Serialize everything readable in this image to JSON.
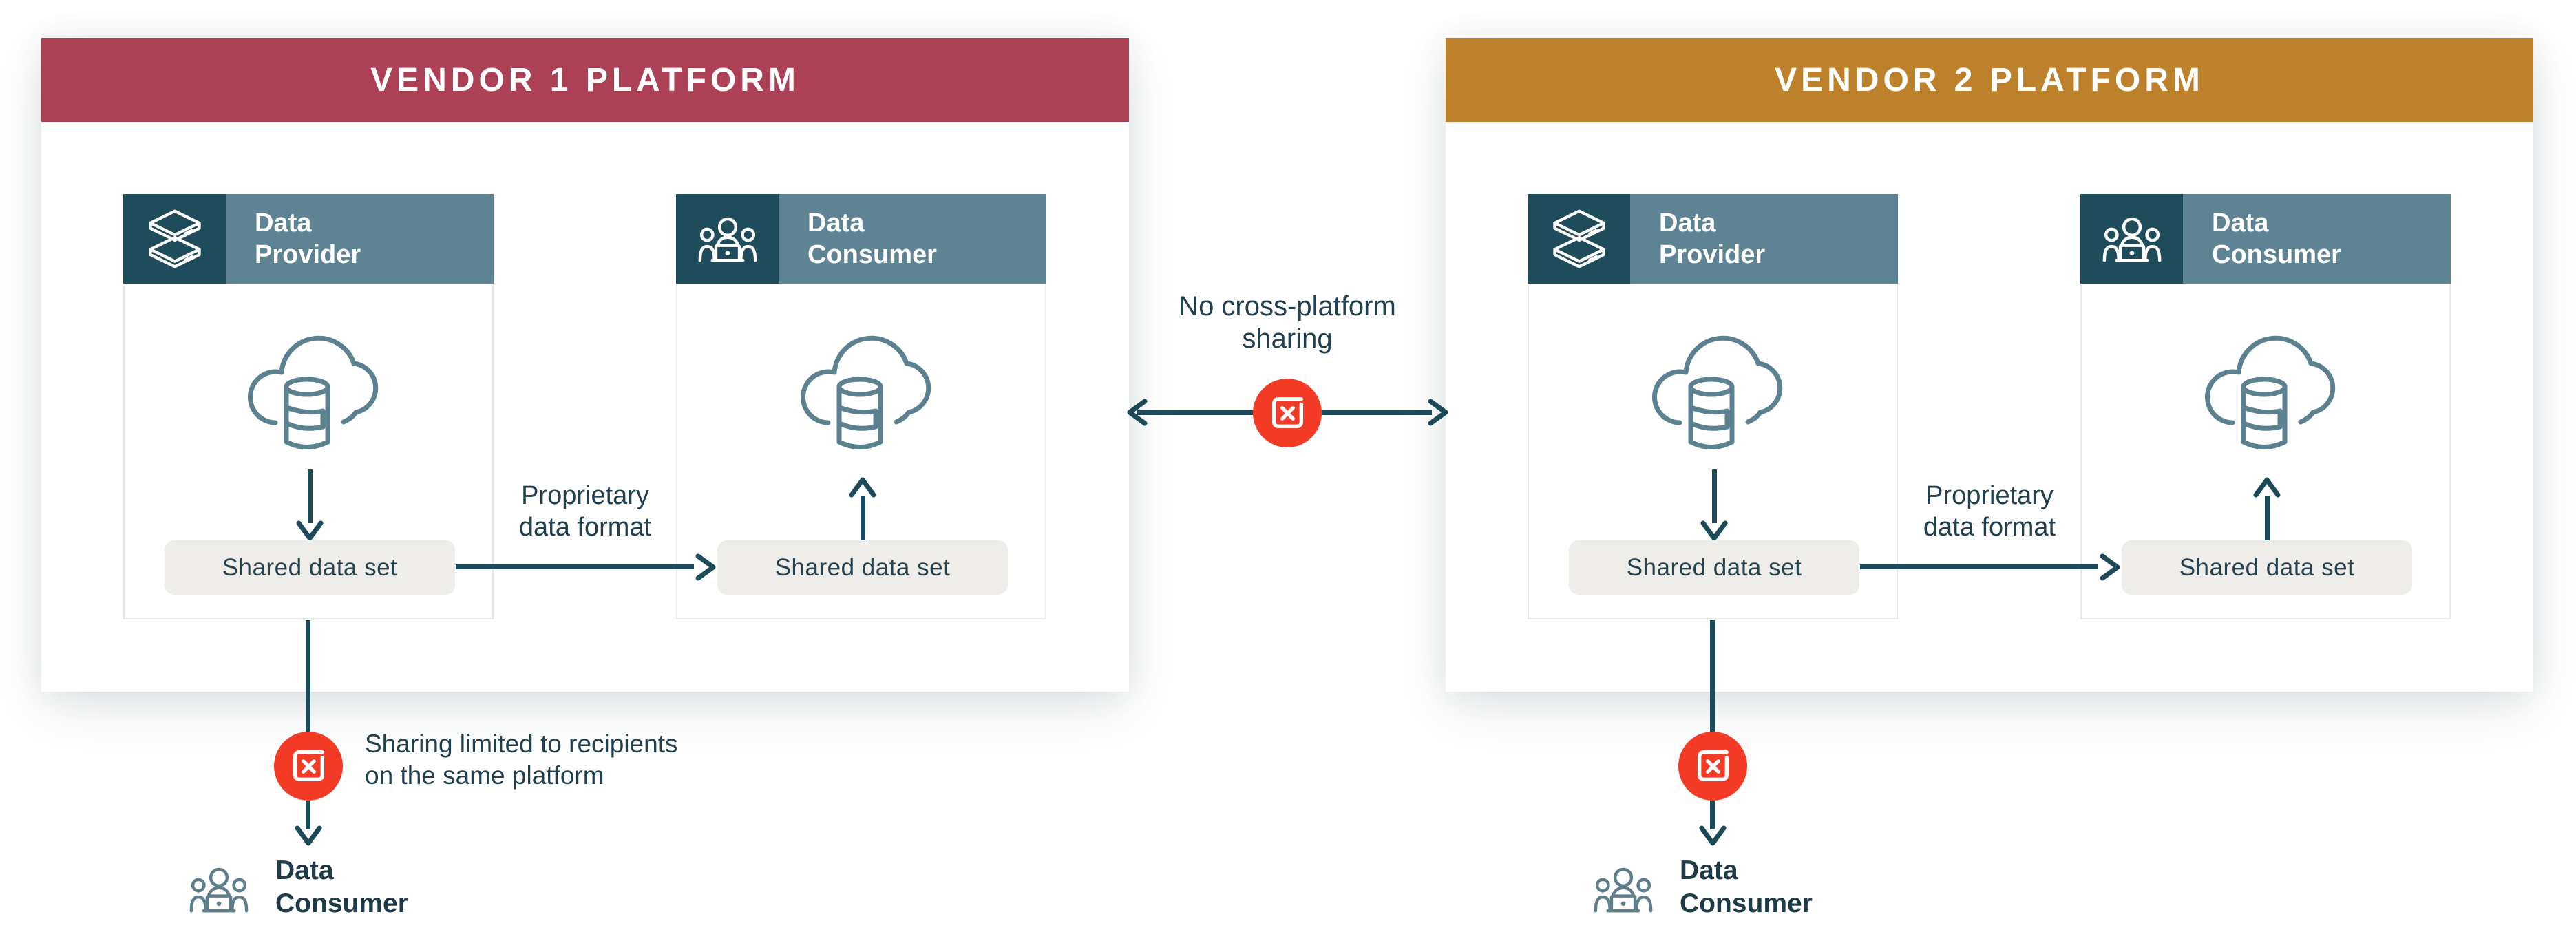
{
  "colors": {
    "vendor1_header": "#AC4055",
    "vendor2_header": "#BD812B",
    "icon_cell_bg": "#1E4C5B",
    "label_cell_bg": "#5E8494",
    "arrow": "#1C4A59",
    "text_dark": "#21404F",
    "pill_bg": "#EEEDE9",
    "red_badge": "#F43B25",
    "cloud_stroke": "#5C8191",
    "people_stroke": "#5F7E8C"
  },
  "platforms": [
    {
      "title": "VENDOR 1 PLATFORM",
      "provider": {
        "label_line1": "Data",
        "label_line2": "Provider",
        "shared_dataset": "Shared data set"
      },
      "consumer": {
        "label_line1": "Data",
        "label_line2": "Consumer",
        "shared_dataset": "Shared data set"
      },
      "transfer_note_line1": "Proprietary",
      "transfer_note_line2": "data format"
    },
    {
      "title": "VENDOR 2 PLATFORM",
      "provider": {
        "label_line1": "Data",
        "label_line2": "Provider",
        "shared_dataset": "Shared data set"
      },
      "consumer": {
        "label_line1": "Data",
        "label_line2": "Consumer",
        "shared_dataset": "Shared data set"
      },
      "transfer_note_line1": "Proprietary",
      "transfer_note_line2": "data format"
    }
  ],
  "center": {
    "note_line1": "No cross-platform",
    "note_line2": "sharing"
  },
  "bottom_flows": [
    {
      "note_line1": "Sharing limited to recipients",
      "note_line2": "on the same platform",
      "consumer_label_line1": "Data",
      "consumer_label_line2": "Consumer"
    },
    {
      "consumer_label_line1": "Data",
      "consumer_label_line2": "Consumer"
    }
  ]
}
